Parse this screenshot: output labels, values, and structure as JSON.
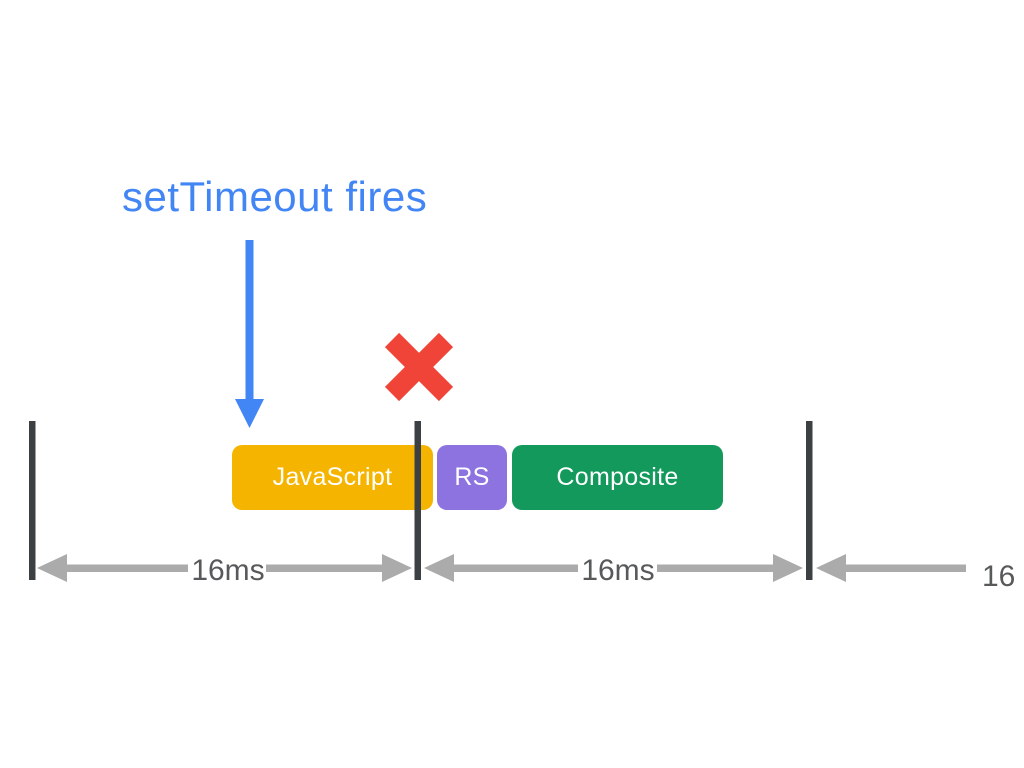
{
  "diagram": {
    "title": "setTimeout fires",
    "tasks": [
      {
        "label": "JavaScript",
        "color": "#F4B400"
      },
      {
        "label": "RS",
        "color": "#8D73DF"
      },
      {
        "label": "Composite",
        "color": "#12995B"
      }
    ],
    "measurements": [
      {
        "label": "16ms"
      },
      {
        "label": "16ms"
      },
      {
        "label": "16"
      }
    ],
    "colors": {
      "background": "#ffffff",
      "annotation_blue": "#4285F4",
      "missed_frame_red": "#EF4437",
      "frame_boundary_dark": "#3C4043",
      "measure_arrow_gray": "#ABABAB",
      "measure_text_gray": "#58595B",
      "task_text_white": "#ffffff"
    }
  }
}
